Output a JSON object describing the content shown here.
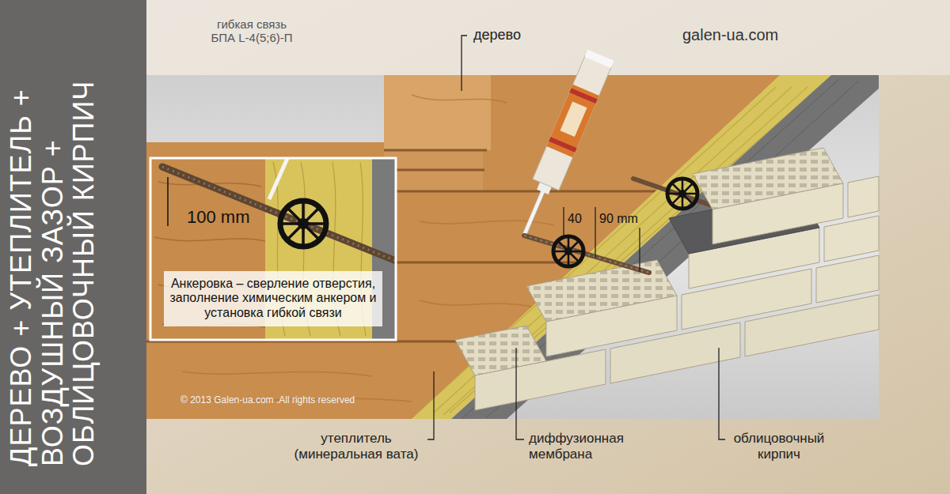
{
  "diagram": {
    "title": "ДЕРЕВО + УТЕПЛИТЕЛЬ + ВОЗДУШНЫЙ ЗАЗОР + ОБЛИЦОВОЧНЫЙ КИРПИЧ",
    "nodes": [
      {
        "text": [
          "Анкеровка – сверление отверстия, заполнение химическим анкером и установка гибкой связи"
        ]
      }
    ],
    "edges": [],
    "labels": [
      "гибкая связь БПА L-4(5;6)-П",
      "дерево",
      "galen-ua.com",
      "100 mm",
      "40",
      "90 mm",
      "© 2013 Galen-ua.com .All rights reserved",
      "утеплитель (минеральная вата)",
      "диффузионная мембрана",
      "облицовочный кирпич"
    ]
  }
}
